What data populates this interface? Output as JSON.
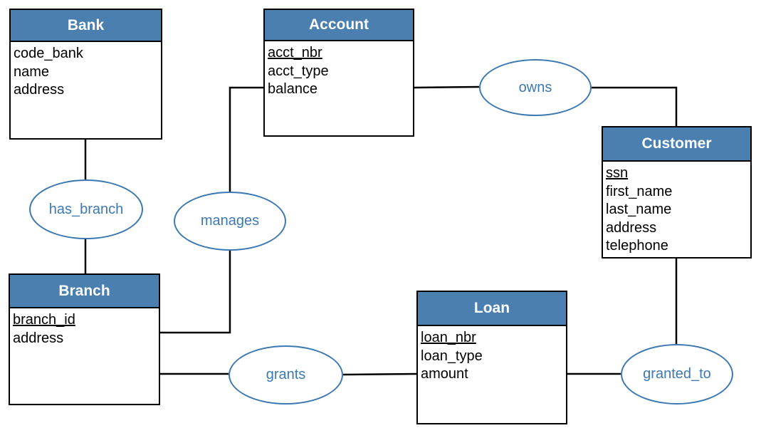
{
  "entities": {
    "bank": {
      "name": "Bank",
      "attributes": [
        {
          "label": "code_bank",
          "pk": false
        },
        {
          "label": "name",
          "pk": false
        },
        {
          "label": "address",
          "pk": false
        }
      ]
    },
    "account": {
      "name": "Account",
      "attributes": [
        {
          "label": "acct_nbr",
          "pk": true
        },
        {
          "label": "acct_type",
          "pk": false
        },
        {
          "label": "balance",
          "pk": false
        }
      ]
    },
    "customer": {
      "name": "Customer",
      "attributes": [
        {
          "label": "ssn",
          "pk": true
        },
        {
          "label": "first_name",
          "pk": false
        },
        {
          "label": "last_name",
          "pk": false
        },
        {
          "label": "address",
          "pk": false
        },
        {
          "label": "telephone",
          "pk": false
        }
      ]
    },
    "branch": {
      "name": "Branch",
      "attributes": [
        {
          "label": "branch_id",
          "pk": true
        },
        {
          "label": "address",
          "pk": false
        }
      ]
    },
    "loan": {
      "name": "Loan",
      "attributes": [
        {
          "label": "loan_nbr",
          "pk": true
        },
        {
          "label": "loan_type",
          "pk": false
        },
        {
          "label": "amount",
          "pk": false
        }
      ]
    }
  },
  "relationships": {
    "has_branch": "has_branch",
    "owns": "owns",
    "manages": "manages",
    "grants": "grants",
    "granted_to": "granted_to"
  },
  "colors": {
    "header": "#4a7fb0",
    "relationship": "#3d78b0",
    "line": "#000000"
  }
}
